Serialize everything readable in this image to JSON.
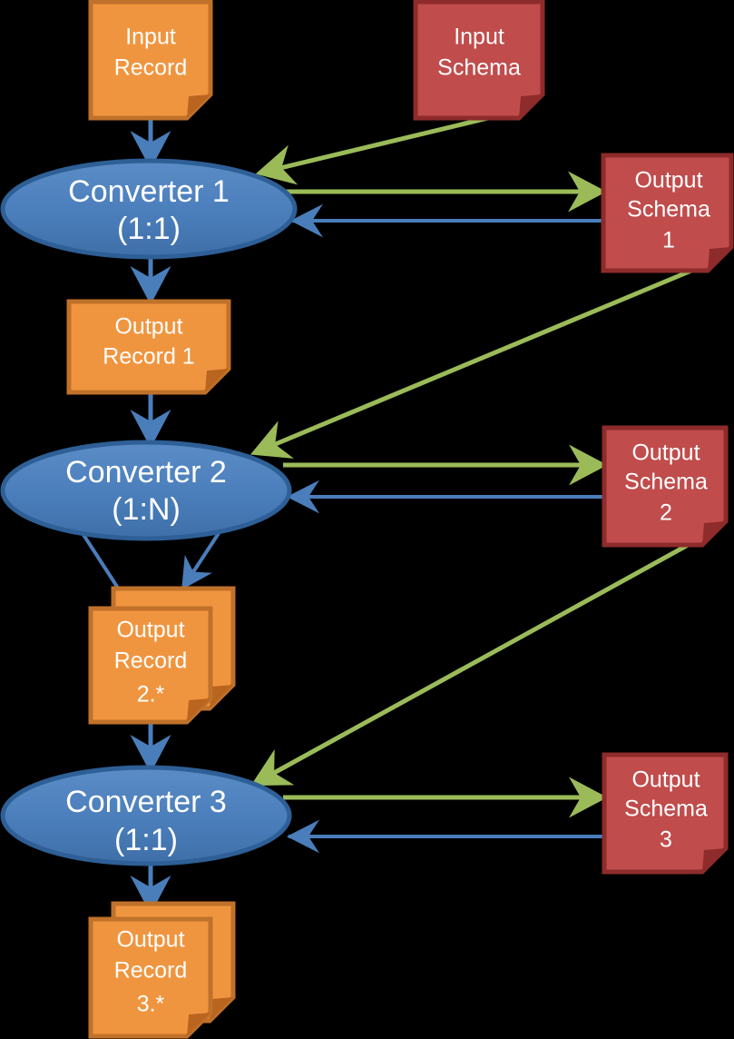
{
  "diagram": {
    "title": "Record and Schema Converter Pipeline",
    "type": "flowchart",
    "background": "#000000",
    "colors": {
      "record_fill": "#F0953F",
      "record_stroke": "#C0712A",
      "record_fold": "#B9651F",
      "schema_fill": "#C04C4C",
      "schema_stroke": "#8E2B2B",
      "schema_fold": "#8E2B2B",
      "converter_fill": "#4A7EBB",
      "converter_stroke": "#2E5F96",
      "flow_arrow": "#4A7EBB",
      "schema_arrow_green": "#9BBB59",
      "schema_arrow_blue": "#4A7EBB",
      "text": "#FFFFFF"
    },
    "nodes": {
      "input_record": {
        "label_lines": [
          "Input",
          "Record"
        ],
        "shape": "document",
        "kind": "record"
      },
      "input_schema": {
        "label_lines": [
          "Input",
          "Schema"
        ],
        "shape": "document",
        "kind": "schema"
      },
      "converter_1": {
        "label_lines": [
          "Converter 1",
          "(1:1)"
        ],
        "shape": "ellipse",
        "kind": "converter",
        "cardinality": "1:1"
      },
      "converter_2": {
        "label_lines": [
          "Converter 2",
          "(1:N)"
        ],
        "shape": "ellipse",
        "kind": "converter",
        "cardinality": "1:N"
      },
      "converter_3": {
        "label_lines": [
          "Converter 3",
          "(1:1)"
        ],
        "shape": "ellipse",
        "kind": "converter",
        "cardinality": "1:1"
      },
      "output_record_1": {
        "label_lines": [
          "Output",
          "Record 1"
        ],
        "shape": "document",
        "kind": "record",
        "stacked": false
      },
      "output_record_2": {
        "label_lines": [
          "Output",
          "Record",
          "2.*"
        ],
        "shape": "document-stack",
        "kind": "record",
        "stacked": true
      },
      "output_record_3": {
        "label_lines": [
          "Output",
          "Record",
          "3.*"
        ],
        "shape": "document-stack",
        "kind": "record",
        "stacked": true
      },
      "output_schema_1": {
        "label_lines": [
          "Output",
          "Schema",
          "1"
        ],
        "shape": "document",
        "kind": "schema"
      },
      "output_schema_2": {
        "label_lines": [
          "Output",
          "Schema",
          "2"
        ],
        "shape": "document",
        "kind": "schema"
      },
      "output_schema_3": {
        "label_lines": [
          "Output",
          "Schema",
          "3"
        ],
        "shape": "document",
        "kind": "schema"
      }
    },
    "edges": [
      {
        "id": "e1",
        "from": "input_record",
        "to": "converter_1",
        "style": "blue-flow",
        "label": ""
      },
      {
        "id": "e2",
        "from": "input_schema",
        "to": "converter_1",
        "style": "green-diag",
        "label": ""
      },
      {
        "id": "e3",
        "from": "converter_1",
        "to": "output_schema_1",
        "style": "green-horiz",
        "label": ""
      },
      {
        "id": "e4",
        "from": "output_schema_1",
        "to": "converter_1",
        "style": "blue-horiz",
        "label": ""
      },
      {
        "id": "e5",
        "from": "converter_1",
        "to": "output_record_1",
        "style": "blue-flow",
        "label": ""
      },
      {
        "id": "e6",
        "from": "output_record_1",
        "to": "converter_2",
        "style": "blue-flow",
        "label": ""
      },
      {
        "id": "e7",
        "from": "output_schema_1",
        "to": "converter_2",
        "style": "green-diag",
        "label": ""
      },
      {
        "id": "e8",
        "from": "converter_2",
        "to": "output_schema_2",
        "style": "green-horiz",
        "label": ""
      },
      {
        "id": "e9",
        "from": "output_schema_2",
        "to": "converter_2",
        "style": "blue-horiz",
        "label": ""
      },
      {
        "id": "e10",
        "from": "converter_2",
        "to": "output_record_2",
        "style": "blue-fan",
        "label": ""
      },
      {
        "id": "e11",
        "from": "output_record_2",
        "to": "converter_3",
        "style": "blue-flow",
        "label": ""
      },
      {
        "id": "e12",
        "from": "output_schema_2",
        "to": "converter_3",
        "style": "green-diag",
        "label": ""
      },
      {
        "id": "e13",
        "from": "converter_3",
        "to": "output_schema_3",
        "style": "green-horiz",
        "label": ""
      },
      {
        "id": "e14",
        "from": "output_schema_3",
        "to": "converter_3",
        "style": "blue-horiz",
        "label": ""
      },
      {
        "id": "e15",
        "from": "converter_3",
        "to": "output_record_3",
        "style": "blue-flow",
        "label": ""
      }
    ]
  }
}
